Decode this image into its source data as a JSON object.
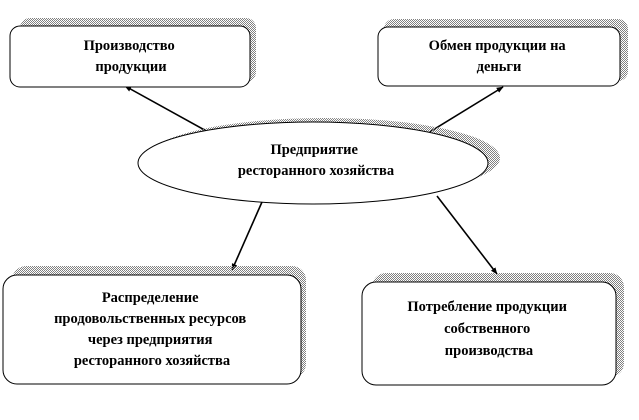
{
  "nodes": {
    "center": {
      "lines": [
        "Предприятие",
        "ресторанного хозяйства"
      ]
    },
    "production": {
      "lines": [
        "Производство",
        "продукции"
      ]
    },
    "exchange": {
      "lines": [
        "Обмен продукции на",
        "деньги"
      ]
    },
    "distribution": {
      "lines": [
        "Распределение",
        "продовольственных ресурсов",
        "через предприятия",
        "ресторанного хозяйства"
      ]
    },
    "consumption": {
      "lines": [
        "Потребление продукции",
        "собственного",
        "производства"
      ]
    }
  },
  "colors": {
    "shadow": "#808080",
    "stroke": "#000000",
    "fill": "#ffffff"
  }
}
